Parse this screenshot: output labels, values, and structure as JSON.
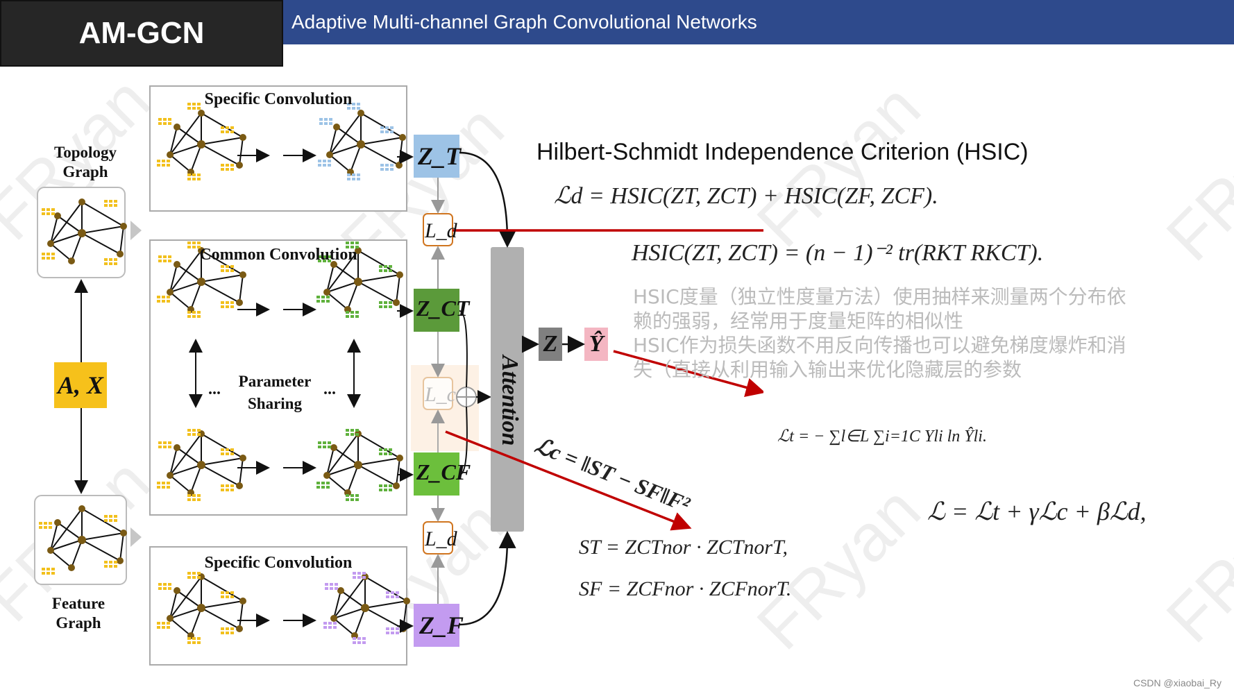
{
  "header": {
    "badge": "AM-GCN",
    "title": "Adaptive Multi-channel Graph Convolutional Networks"
  },
  "watermark": "FRyan",
  "diagram": {
    "topology_graph": "Topology Graph",
    "feature_graph": "Feature Graph",
    "input": "A, X",
    "specific_top": "Specific Convolution",
    "common": "Common Convolution",
    "specific_bottom": "Specific Convolution",
    "parameter_sharing": "Parameter Sharing",
    "ellipsis": "...",
    "attention": "Attention",
    "z_t": "Z_T",
    "z_ct": "Z_CT",
    "z_cf": "Z_CF",
    "z_f": "Z_F",
    "z": "Z",
    "y_hat": "Ŷ",
    "loss_d": "L_d",
    "loss_c": "L_c"
  },
  "hsic": {
    "title": "Hilbert-Schmidt Independence Criterion (HSIC)",
    "eq_ld": "ℒd = HSIC(ZT, ZCT) + HSIC(ZF, ZCF).",
    "eq_hsic": "HSIC(ZT, ZCT) = (n − 1)⁻² tr(RKT RKCT).",
    "desc": [
      "HSIC度量（独立性度量方法）使用抽样来测量两个分布依",
      "赖的强弱，经常用于度量矩阵的相似性",
      "HSIC作为损失函数不用反向传播也可以避免梯度爆炸和消",
      "失（直接从利用输入输出来优化隐藏层的参数"
    ]
  },
  "equations": {
    "lt": "ℒt = − ∑l∈L ∑i=1C Yli ln Ŷli.",
    "lc": "ℒc = ‖ST − SF‖F²",
    "st": "ST = ZCTnor · ZCTnorT,",
    "sf": "SF = ZCFnor · ZCFnorT.",
    "total": "ℒ = ℒt + γℒc + βℒd,"
  },
  "credit": "CSDN @xiaobai_Ry",
  "colors": {
    "header_blue": "#2e4a8c",
    "zt_blue": "#9dc3e6",
    "zct_green": "#5b9a3a",
    "zcf_green": "#6cbf3c",
    "zf_purple": "#c39bf0",
    "input_yellow": "#f6c11b",
    "arrow_red": "#c00000",
    "attention_gray": "#b0b0b0"
  }
}
